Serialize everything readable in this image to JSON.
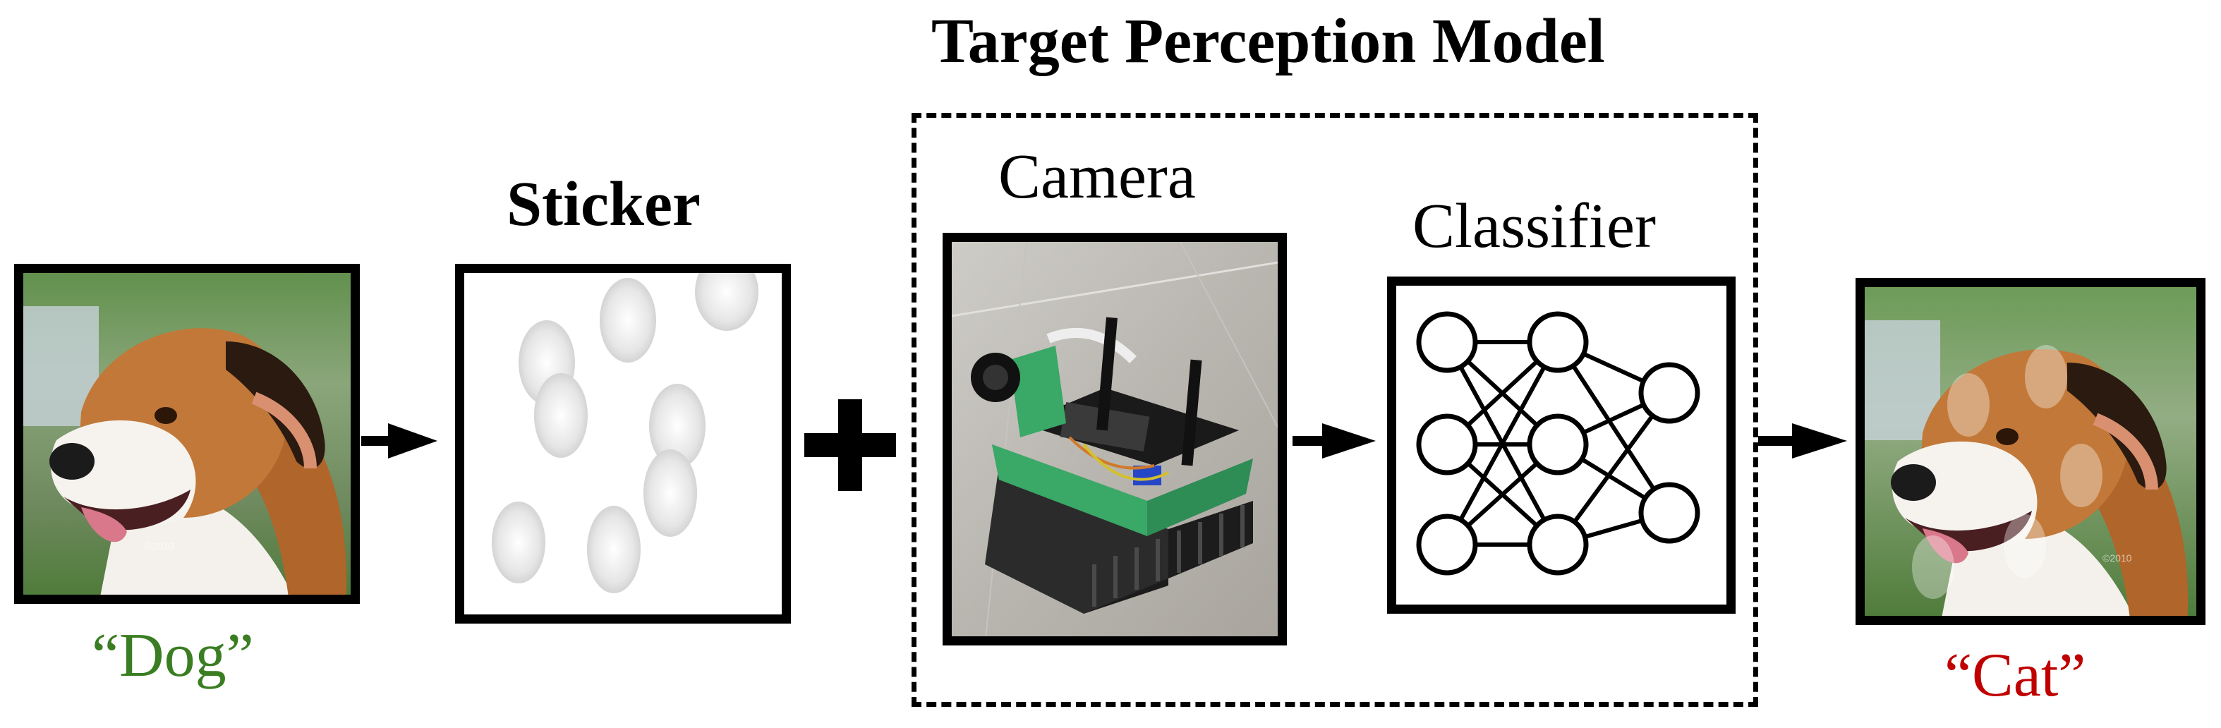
{
  "labels": {
    "title": "Target Perception Model",
    "sticker": "Sticker",
    "camera": "Camera",
    "classifier": "Classifier",
    "input_class": "“Dog”",
    "output_class": "“Cat”",
    "watermark": "©2010"
  },
  "colors": {
    "input_label": "#3a7d22",
    "output_label": "#c00000",
    "frame": "#000000",
    "dashed_box": "#000000"
  },
  "icons": {
    "plus": "plus-icon",
    "arrow": "arrow-right-icon",
    "neural_net": "neural-network-icon"
  },
  "neural_network_layers": [
    3,
    3,
    2
  ]
}
